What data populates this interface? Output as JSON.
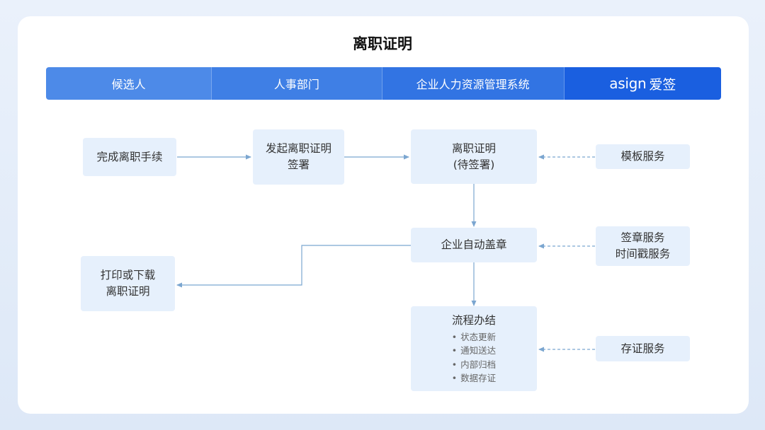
{
  "title": "离职证明",
  "lanes": [
    "候选人",
    "人事部门",
    "企业人力资源管理系统"
  ],
  "brand": {
    "logo_text": "asign",
    "text": "爱签"
  },
  "nodes": {
    "complete_resignation": "完成离职手续",
    "initiate_sign": {
      "line1": "发起离职证明",
      "line2": "签署"
    },
    "certificate_pending": {
      "line1": "离职证明",
      "line2": "(待签署)"
    },
    "auto_seal": "企业自动盖章",
    "print_download": {
      "line1": "打印或下载",
      "line2": "离职证明"
    },
    "process_done": {
      "title": "流程办结",
      "items": [
        "状态更新",
        "通知送达",
        "内部归档",
        "数据存证"
      ]
    }
  },
  "services": {
    "template": "模板服务",
    "sign_seal": {
      "line1": "签章服务",
      "line2": "时间戳服务"
    },
    "evidence": "存证服务"
  },
  "colors": {
    "connector": "#7ba6d0",
    "box_fill": "#e6f0fc",
    "brand_blue": "#1a5fe0"
  }
}
